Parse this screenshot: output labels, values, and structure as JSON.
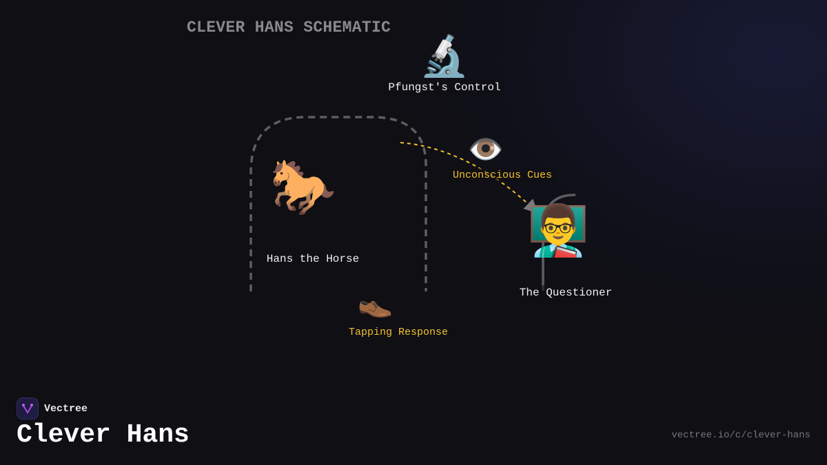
{
  "header": {
    "schematic_title": "CLEVER HANS SCHEMATIC"
  },
  "nodes": {
    "control": {
      "icon": "microscope-icon",
      "emoji": "🔬",
      "label": "Pfungst's Control"
    },
    "cues": {
      "icon": "eye-icon",
      "emoji": "👁️",
      "label": "Unconscious Cues"
    },
    "horse": {
      "icon": "horse-icon",
      "emoji": "🐎",
      "label": "Hans the Horse"
    },
    "questioner": {
      "icon": "teacher-icon",
      "emoji": "👨‍🏫",
      "label": "The Questioner"
    },
    "tapping": {
      "icon": "shoe-icon",
      "emoji": "👞",
      "label": "Tapping Response"
    }
  },
  "edges": [
    {
      "from": "cues",
      "to": "questioner",
      "style": "dotted",
      "color": "#f2c12e"
    },
    {
      "from": "questioner",
      "to": "horse",
      "style": "dashed-arch",
      "color": "#5e5e62"
    },
    {
      "from": "questioner",
      "to": "questioner",
      "style": "solid-loop",
      "color": "#5e5e62"
    }
  ],
  "colors": {
    "background": "#0f0f14",
    "cue_accent": "#f2c12e",
    "edge_gray": "#5e5e62",
    "brand_logo_bg": "#1e1c40",
    "brand_logo_mark": "#a64ad8"
  },
  "footer": {
    "brand_name": "Vectree",
    "title": "Clever Hans",
    "url": "vectree.io/c/clever-hans"
  }
}
